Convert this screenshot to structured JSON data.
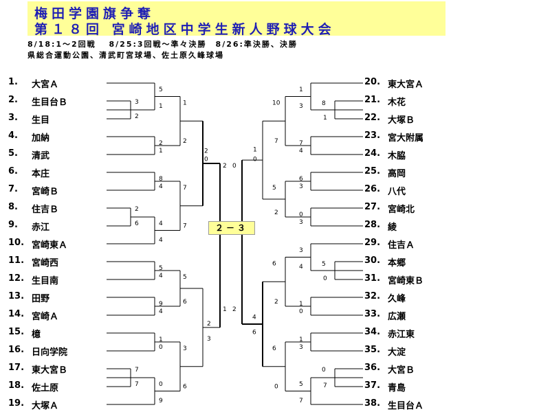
{
  "header": {
    "title_line1": "梅田学園旗争奪",
    "title_line2": "第１８回 宮崎地区中学生新人野球大会",
    "dates": "8/18:1～2回戦　 8/25:3回戦～準々決勝　8/26:準決勝、決勝",
    "venues": "県総合運動公園、清武町宮球場、佐土原久峰球場"
  },
  "left_teams": [
    {
      "num": "1.",
      "name": "大宮Ａ"
    },
    {
      "num": "2.",
      "name": "生目台Ｂ"
    },
    {
      "num": "3.",
      "name": "生目"
    },
    {
      "num": "4.",
      "name": "加納"
    },
    {
      "num": "5.",
      "name": "清武"
    },
    {
      "num": "6.",
      "name": "本庄"
    },
    {
      "num": "7.",
      "name": "宮崎Ｂ"
    },
    {
      "num": "8.",
      "name": "住吉Ｂ"
    },
    {
      "num": "9.",
      "name": "赤江"
    },
    {
      "num": "10.",
      "name": "宮崎東Ａ"
    },
    {
      "num": "11.",
      "name": "宮崎西"
    },
    {
      "num": "12.",
      "name": "生目南"
    },
    {
      "num": "13.",
      "name": "田野"
    },
    {
      "num": "14.",
      "name": "宮崎Ａ"
    },
    {
      "num": "15.",
      "name": "檍"
    },
    {
      "num": "16.",
      "name": "日向学院"
    },
    {
      "num": "17.",
      "name": "東大宮Ｂ"
    },
    {
      "num": "18.",
      "name": "佐土原"
    },
    {
      "num": "19.",
      "name": "大塚Ａ"
    }
  ],
  "right_teams": [
    {
      "num": "20.",
      "name": "東大宮Ａ"
    },
    {
      "num": "21.",
      "name": "木花"
    },
    {
      "num": "22.",
      "name": "大塚Ｂ"
    },
    {
      "num": "23.",
      "name": "宮大附属"
    },
    {
      "num": "24.",
      "name": "木脇"
    },
    {
      "num": "25.",
      "name": "高岡"
    },
    {
      "num": "26.",
      "name": "八代"
    },
    {
      "num": "27.",
      "name": "宮崎北"
    },
    {
      "num": "28.",
      "name": "綾"
    },
    {
      "num": "29.",
      "name": "住吉Ａ"
    },
    {
      "num": "30.",
      "name": "本郷"
    },
    {
      "num": "31.",
      "name": "宮崎東Ｂ"
    },
    {
      "num": "32.",
      "name": "久峰"
    },
    {
      "num": "33.",
      "name": "広瀬"
    },
    {
      "num": "34.",
      "name": "赤江東"
    },
    {
      "num": "35.",
      "name": "大淀"
    },
    {
      "num": "36.",
      "name": "大宮Ｂ"
    },
    {
      "num": "37.",
      "name": "青島"
    },
    {
      "num": "38.",
      "name": "生目台Ａ"
    }
  ],
  "final_score": "２－３",
  "scores": {
    "left": [
      {
        "slot": "L-1-2",
        "values": [
          "3",
          "2"
        ]
      },
      {
        "slot": "L-8-9",
        "values": [
          "2",
          "6"
        ]
      },
      {
        "slot": "L-17-18",
        "values": [
          "7",
          "7"
        ]
      },
      {
        "slot": "L-r2-a",
        "values": [
          "5",
          "1"
        ]
      },
      {
        "slot": "L-r2-b",
        "values": [
          "2",
          "1"
        ]
      },
      {
        "slot": "L-r2-c",
        "values": [
          "8",
          "4"
        ]
      },
      {
        "slot": "L-r2-d",
        "values": [
          "4",
          "4"
        ]
      },
      {
        "slot": "L-r2-e",
        "values": [
          "5",
          "4"
        ]
      },
      {
        "slot": "L-r2-f",
        "values": [
          "9",
          "4"
        ]
      },
      {
        "slot": "L-r2-g",
        "values": [
          "1",
          "0"
        ]
      },
      {
        "slot": "L-r2-h",
        "values": [
          "0",
          "9"
        ]
      },
      {
        "slot": "L-r3-a",
        "values": [
          "1",
          "2"
        ]
      },
      {
        "slot": "L-r3-b",
        "values": [
          "7",
          "7"
        ]
      },
      {
        "slot": "L-r3-c",
        "values": [
          "5",
          "6"
        ]
      },
      {
        "slot": "L-r3-d",
        "values": [
          "3",
          "6"
        ]
      },
      {
        "slot": "L-qf-a",
        "values": [
          "2",
          "0"
        ]
      },
      {
        "slot": "L-qf-b",
        "values": [
          "2",
          "3"
        ]
      },
      {
        "slot": "L-sf",
        "values": [
          "2",
          "1"
        ]
      }
    ],
    "right": [
      {
        "slot": "R-21-22",
        "values": [
          "8",
          "1"
        ]
      },
      {
        "slot": "R-30-31",
        "values": [
          "5",
          "0"
        ]
      },
      {
        "slot": "R-36-37",
        "values": [
          "0",
          "7"
        ]
      },
      {
        "slot": "R-r2-a",
        "values": [
          "1",
          "3"
        ]
      },
      {
        "slot": "R-r2-b",
        "values": [
          "7",
          "4"
        ]
      },
      {
        "slot": "R-r2-c",
        "values": [
          "6",
          "3"
        ]
      },
      {
        "slot": "R-r2-d",
        "values": [
          "0",
          "3"
        ]
      },
      {
        "slot": "R-r2-e",
        "values": [
          "3",
          "4"
        ]
      },
      {
        "slot": "R-r2-f",
        "values": [
          "1",
          "0"
        ]
      },
      {
        "slot": "R-r2-g",
        "values": [
          "1",
          "3"
        ]
      },
      {
        "slot": "R-r2-h",
        "values": [
          "5",
          "7"
        ]
      },
      {
        "slot": "R-r3-a",
        "values": [
          "10",
          "7"
        ]
      },
      {
        "slot": "R-r3-b",
        "values": [
          "5",
          "2"
        ]
      },
      {
        "slot": "R-r3-c",
        "values": [
          "6",
          "2"
        ]
      },
      {
        "slot": "R-r3-d",
        "values": [
          "6",
          "0"
        ]
      },
      {
        "slot": "R-qf-a",
        "values": [
          "1",
          "0"
        ]
      },
      {
        "slot": "R-qf-b",
        "values": [
          "4",
          "6"
        ]
      },
      {
        "slot": "R-sf",
        "values": [
          "0",
          "2"
        ]
      }
    ]
  }
}
